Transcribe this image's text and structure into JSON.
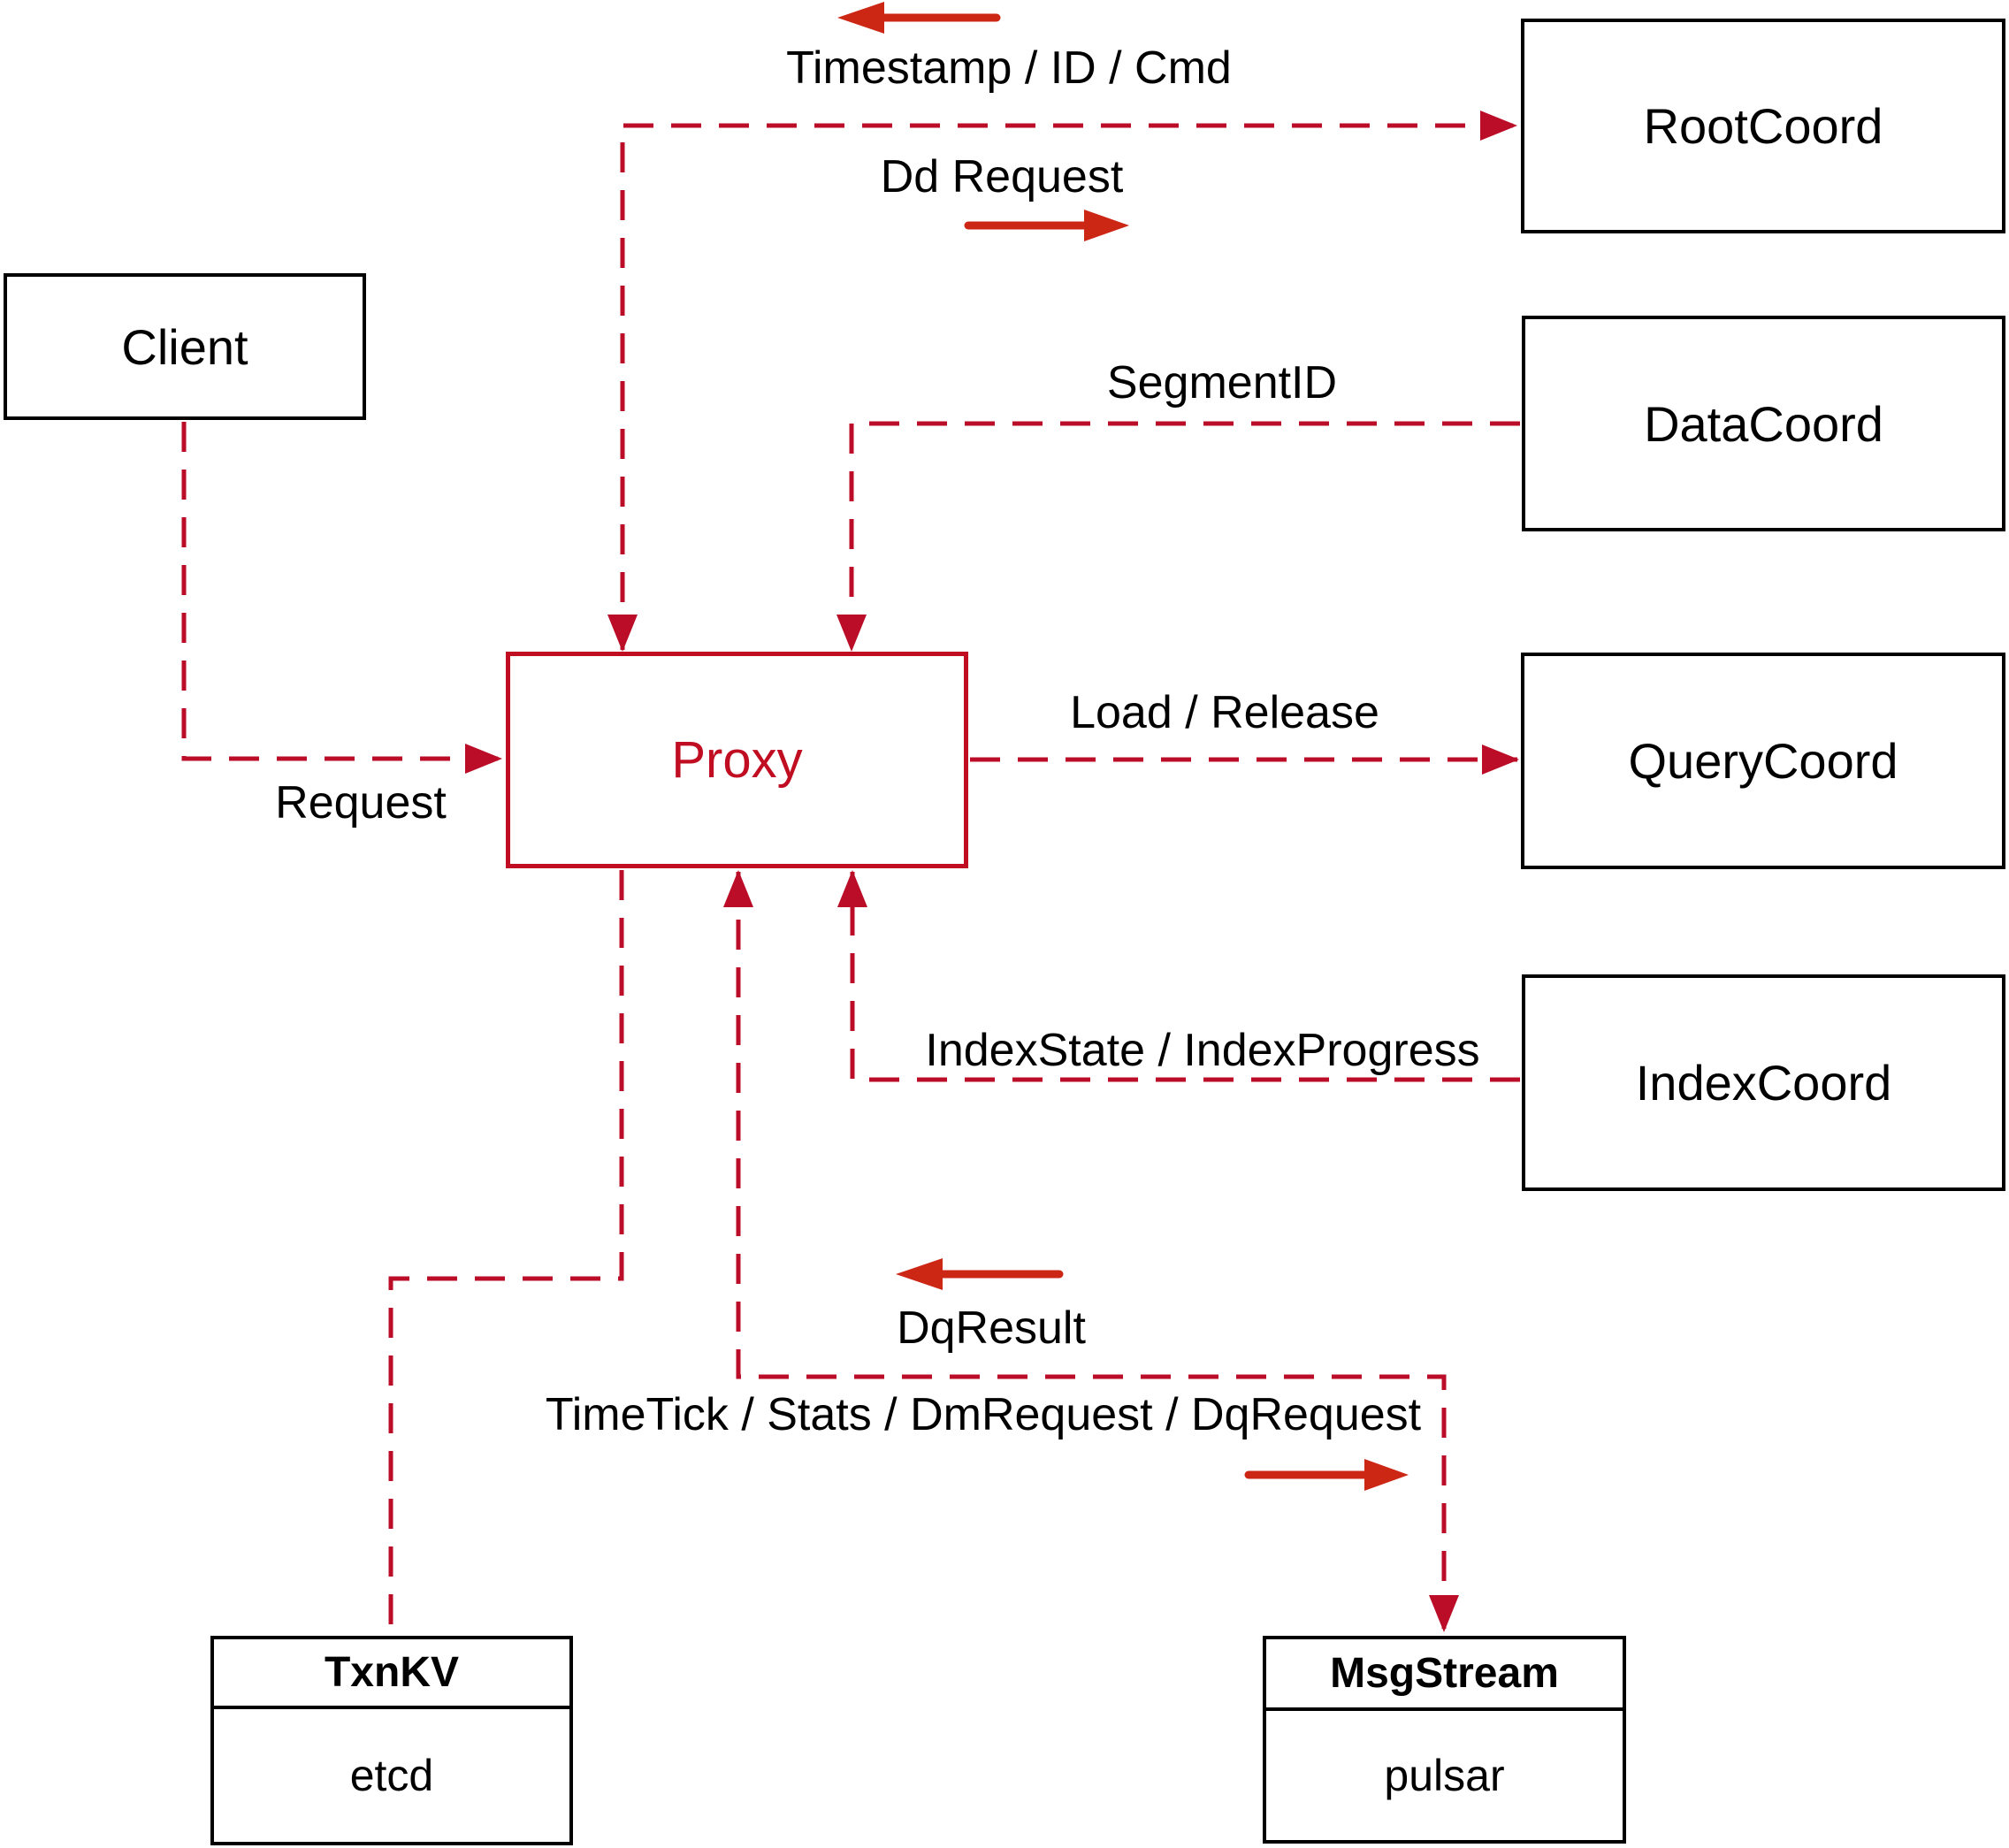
{
  "nodes": {
    "client": "Client",
    "proxy": "Proxy",
    "root_coord": "RootCoord",
    "data_coord": "DataCoord",
    "query_coord": "QueryCoord",
    "index_coord": "IndexCoord"
  },
  "stores": {
    "txnkv": {
      "title": "TxnKV",
      "impl": "etcd"
    },
    "msgstream": {
      "title": "MsgStream",
      "impl": "pulsar"
    }
  },
  "labels": {
    "timestamp_id_cmd": "Timestamp / ID / Cmd",
    "dd_request": "Dd Request",
    "segment_id": "SegmentID",
    "load_release": "Load / Release",
    "index_state_progress": "IndexState / IndexProgress",
    "request": "Request",
    "dq_result": "DqResult",
    "timetick_stats": "TimeTick / Stats / DmRequest / DqRequest"
  },
  "edges": [
    {
      "from": "Client",
      "to": "Proxy",
      "label": "Request",
      "style": "dashed-arrow"
    },
    {
      "from": "Proxy",
      "to": "RootCoord",
      "label_to": "Dd Request",
      "label_from": "Timestamp / ID / Cmd",
      "style": "dashed-double-arrow"
    },
    {
      "from": "DataCoord",
      "to": "Proxy",
      "label": "SegmentID",
      "style": "dashed-arrow"
    },
    {
      "from": "Proxy",
      "to": "QueryCoord",
      "label": "Load / Release",
      "style": "dashed-arrow"
    },
    {
      "from": "IndexCoord",
      "to": "Proxy",
      "label": "IndexState / IndexProgress",
      "style": "dashed-arrow"
    },
    {
      "from": "Proxy",
      "to": "TxnKV",
      "label": "",
      "style": "dashed-line"
    },
    {
      "from": "Proxy",
      "to": "MsgStream",
      "label_to": "TimeTick / Stats / DmRequest / DqRequest",
      "label_from": "DqResult",
      "style": "dashed-double-arrow"
    }
  ],
  "colors": {
    "line": "#bb0d28",
    "arrow": "#cc2615",
    "proxy_accent": "#c00d22",
    "text": "#000000",
    "border": "#000000",
    "background": "#ffffff"
  }
}
